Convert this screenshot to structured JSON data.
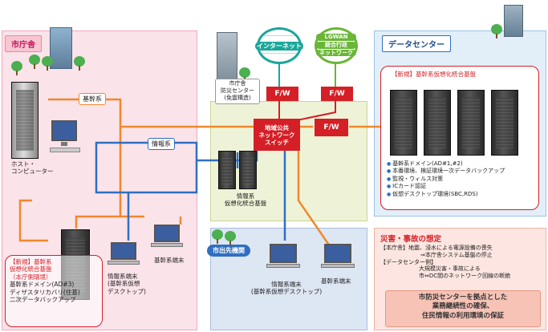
{
  "city_hall": {
    "label": "市庁舎",
    "host_label_1": "ホスト・",
    "host_label_2": "コンピューター",
    "kanjikei": "基幹系",
    "johokei": "情報系",
    "new_platform": {
      "title_1": "【新規】基幹系",
      "title_2": "仮想化統合基盤",
      "title_3": "（本庁側環境）",
      "line_1": "基幹系ドメイン(AD#3)",
      "line_2": "ディザスタリカバリ(住基)",
      "line_3": "二次データバックアップ"
    },
    "kanjikei_terminal": "基幹系端末",
    "johokei_terminal_1": "情報系端末",
    "johokei_terminal_2": "(基幹系仮想",
    "johokei_terminal_3": "デスクトップ)"
  },
  "bousai": {
    "label_1": "市庁舎",
    "label_2": "防災センター",
    "label_3": "(免震構造)",
    "johokei_platform_1": "情報系",
    "johokei_platform_2": "仮想化統合基盤",
    "switch_1": "地域公共",
    "switch_2": "ネットワーク",
    "switch_3": "スイッチ"
  },
  "internet": {
    "label": "インターネット"
  },
  "lgwan": {
    "label_1": "LGWAN",
    "label_2": "総合行政",
    "label_3": "ネットワーク"
  },
  "firewall_label": "F/W",
  "data_center": {
    "label": "データセンター",
    "new_platform_title": "【新規】基幹系仮想化統合基盤",
    "bullets": [
      "基幹系ドメイン(AD#1,#2)",
      "本番環境、検証環境一次データバックアップ",
      "監視・ウィルス対策",
      "ICカード認証",
      "仮想デスクトップ環境(SBC,RDS)"
    ]
  },
  "branch": {
    "label": "市出先機関",
    "johokei_terminal_1": "情報系端末",
    "johokei_terminal_2": "(基幹系仮想デスクトップ)",
    "kanjikei_terminal": "基幹系端末"
  },
  "disaster": {
    "title": "災害・事故の想定",
    "line_1": "【本庁舎】地震、浸水による電源設備の喪失",
    "line_2": "⇒本庁舎システム基盤の停止",
    "line_3": "【データセンター側】",
    "line_4": "大規模災害・事故による",
    "line_5": "市⇔DC間のネットワーク回線の断絶",
    "summary_1": "市防災センターを拠点とした",
    "summary_2": "業務継続性の確保、",
    "summary_3": "住民情報の利用環境の保証"
  },
  "colors": {
    "city_bg": "#fbe3ea",
    "city_border": "#f2a9bd",
    "bousai_bg": "#eef3d7",
    "datacenter_bg": "#e2eff9",
    "branch_bg": "#dde6f3",
    "disaster_bg": "#fde6e1",
    "firewall": "#d51f26",
    "orange_line": "#f0892d",
    "blue_line": "#2f6fc2",
    "internet_green": "#1aa79a",
    "lgwan_green": "#6ab637"
  }
}
